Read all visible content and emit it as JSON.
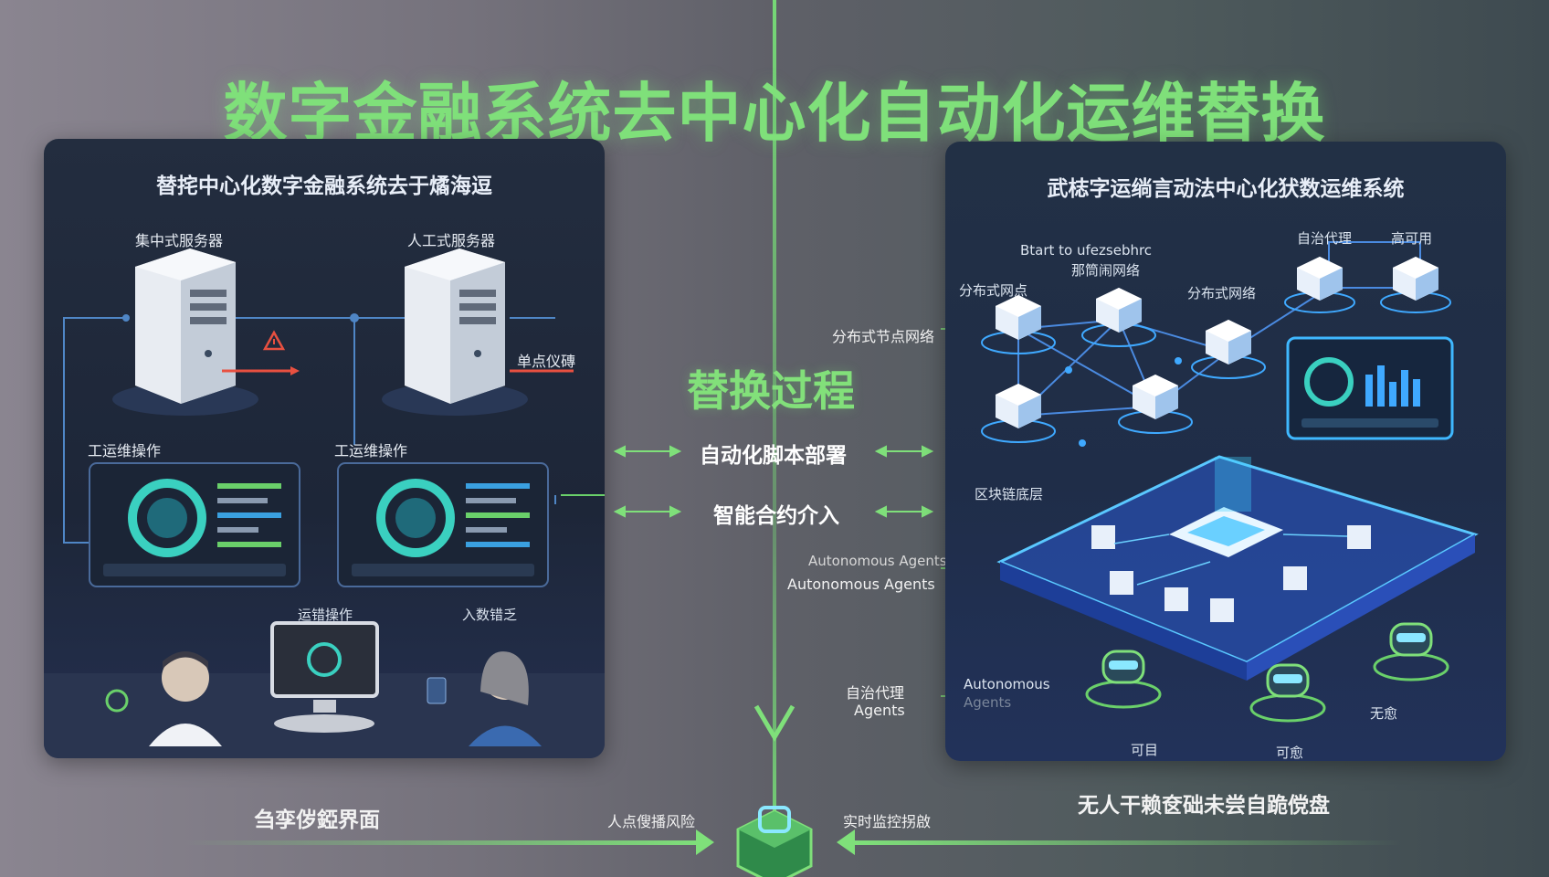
{
  "main_title": "数字金融系统去中心化自动化运维替换",
  "left": {
    "title": "替挓中心化数字金融系统去于燏海逗",
    "server_labels": [
      "集中式服务器",
      "人工式服务器"
    ],
    "single_point": "单点仪磚",
    "ops_labels": [
      "工运维操作",
      "工运维操作"
    ],
    "people_labels": [
      "运错操作",
      "入数错乏"
    ]
  },
  "middle": {
    "process_title": "替换过程",
    "step1": "自动化脚本部署",
    "step2": "智能合约介入",
    "node_net_label": "分布式节点网络",
    "agents_label_1": "Autonomous Agents",
    "agents_label_2": "Autonomous Agents",
    "self_agent_zh": "自治代理",
    "self_agent_en": "Agents"
  },
  "right": {
    "title": "武梽字运绱言动法中心化犾数运维系统",
    "start_text_1": "Btart to ufezsebhrc",
    "start_text_2": "那筒闹网络",
    "dist_node": "分布式网点",
    "dist_network": "分布式网络",
    "self_agent": "自治代理",
    "high_avail": "高可用",
    "blockchain": "区块链底层",
    "autonomous": "Autonomous",
    "autonomous_faded": "Agents",
    "robot_labels": [
      "可目",
      "可愈",
      "无愈"
    ]
  },
  "bottom": {
    "left_label": "刍孪㑕錏界面",
    "risk_label": "人点傁播风险",
    "monitor_label": "实时监控拐啟",
    "right_label": "无人干赖奁础未尝自跪傥盘"
  },
  "colors": {
    "accent_green": "#7fe07a",
    "panel_bg": "#1f2838",
    "blue_glow": "#3fa9ff",
    "warn_red": "#e85040"
  }
}
